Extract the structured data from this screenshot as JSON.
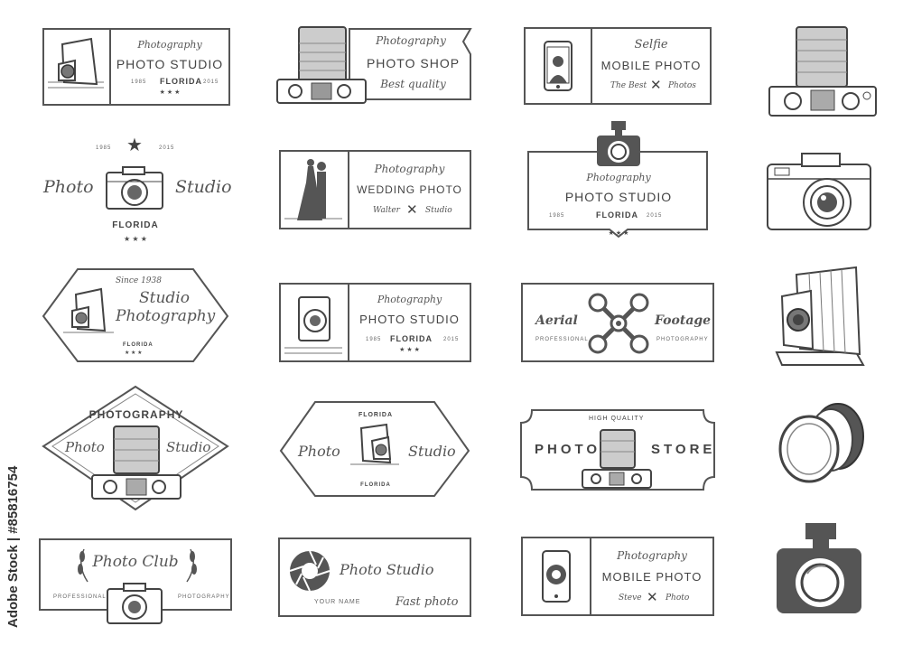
{
  "watermark": "Adobe Stock | #85816754",
  "logos": {
    "l1": {
      "script": "Photography",
      "title": "PHOTO STUDIO",
      "year_left": "1985",
      "year_right": "2015",
      "place": "FLORIDA",
      "stars": "★ ★ ★"
    },
    "l2": {
      "script": "Photography",
      "title": "PHOTO SHOP",
      "tagline": "Best quality"
    },
    "l3": {
      "script": "Selfie",
      "title": "MOBILE PHOTO",
      "left": "The Best",
      "right": "Photos"
    },
    "l4": {
      "left": "Photo",
      "right": "Studio",
      "year_left": "1985",
      "year_right": "2015",
      "place": "FLORIDA",
      "stars": "★ ★ ★"
    },
    "l5": {
      "script": "Photography",
      "title": "WEDDING PHOTO",
      "left": "Walter",
      "right": "Studio"
    },
    "l6": {
      "script": "Photography",
      "title": "PHOTO STUDIO",
      "year_left": "1985",
      "place": "FLORIDA",
      "year_right": "2015",
      "stars": "★ ★ ★"
    },
    "l7": {
      "since": "Since 1938",
      "line1": "Studio",
      "line2": "Photography",
      "place": "FLORIDA",
      "stars": "★ ★ ★"
    },
    "l8": {
      "script": "Photography",
      "title": "PHOTO STUDIO",
      "year_left": "1985",
      "place": "FLORIDA",
      "year_right": "2015",
      "stars": "★ ★ ★"
    },
    "l9": {
      "left": "Aerial",
      "right": "Footage",
      "sub_left": "PROFESSIONAL",
      "sub_right": "PHOTOGRAPHY"
    },
    "l10": {
      "arc": "PHOTOGRAPHY",
      "left": "Photo",
      "right": "Studio"
    },
    "l11": {
      "top": "FLORIDA",
      "left": "Photo",
      "right": "Studio",
      "bottom": "FLORIDA"
    },
    "l12": {
      "top": "HIGH QUALITY",
      "left": "PHOTO",
      "right": "STORE"
    },
    "l13": {
      "script": "Photo Club",
      "sub_left": "PROFESSIONAL",
      "sub_right": "PHOTOGRAPHY"
    },
    "l14": {
      "script": "Photo Studio",
      "name": "YOUR NAME",
      "tagline": "Fast photo"
    },
    "l15": {
      "script": "Photography",
      "title": "MOBILE PHOTO",
      "left": "Steve",
      "right": "Photo"
    }
  },
  "icons": [
    "lens-camera-icon",
    "retro-camera-icon",
    "bellows-camera-icon",
    "lens-hood-icon",
    "dslr-flash-camera-icon"
  ]
}
